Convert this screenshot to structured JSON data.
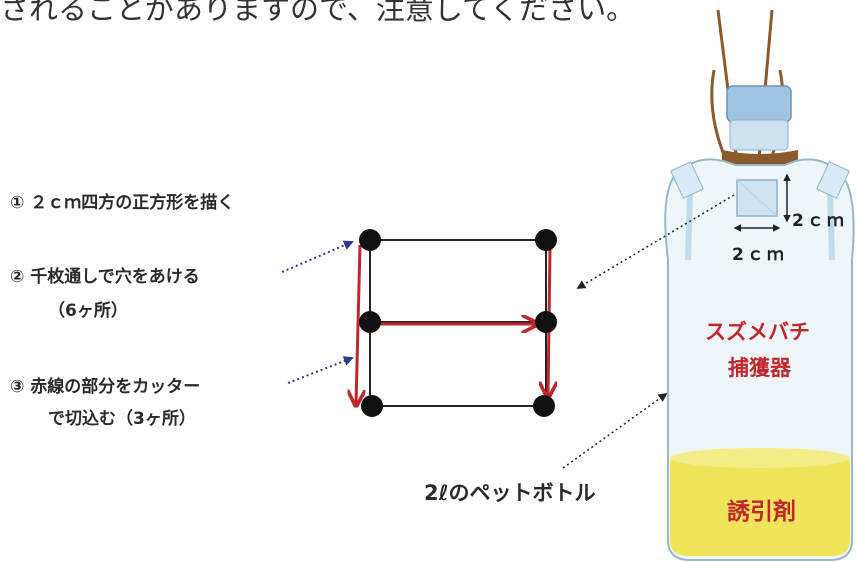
{
  "header": {
    "text": "されることがありますので、注意してください。"
  },
  "steps": {
    "step1": "① ２ｃｍ四方の正方形を描く",
    "step2": "② 千枚通しで穴をあける",
    "step2_sub": "（6ヶ所）",
    "step3": "③ 赤線の部分をカッター",
    "step3_sub": "で切込む（3ヶ所）"
  },
  "bottle": {
    "dim_height": "2ｃｍ",
    "dim_width": "2ｃｍ",
    "title_line1": "スズメバチ",
    "title_line2": "捕獲器",
    "bait": "誘引剤",
    "bottle_label": "2ℓのペットボトル"
  },
  "colors": {
    "red": "#c0262b",
    "navy_arrow": "#2b3a8c",
    "liquid": "#f0e55a",
    "bottle_blue": "#dcecf4"
  }
}
